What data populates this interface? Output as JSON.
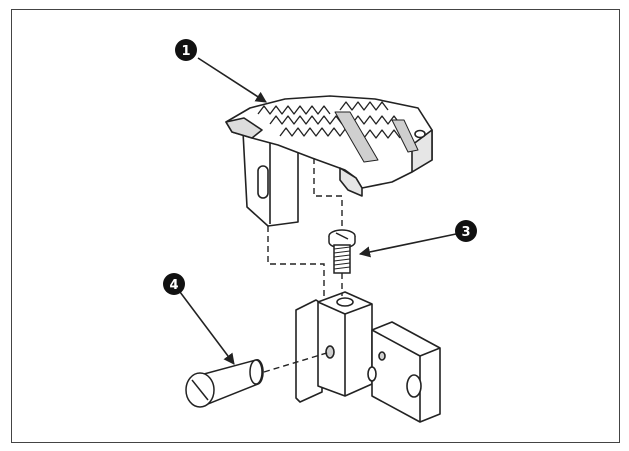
{
  "callouts": [
    {
      "id": "1",
      "label": "1"
    },
    {
      "id": "3",
      "label": "3"
    },
    {
      "id": "4",
      "label": "4"
    }
  ],
  "colors": {
    "line": "#222222",
    "fill": "#ffffff",
    "shade": "#b8b8b8",
    "border": "#444444"
  }
}
